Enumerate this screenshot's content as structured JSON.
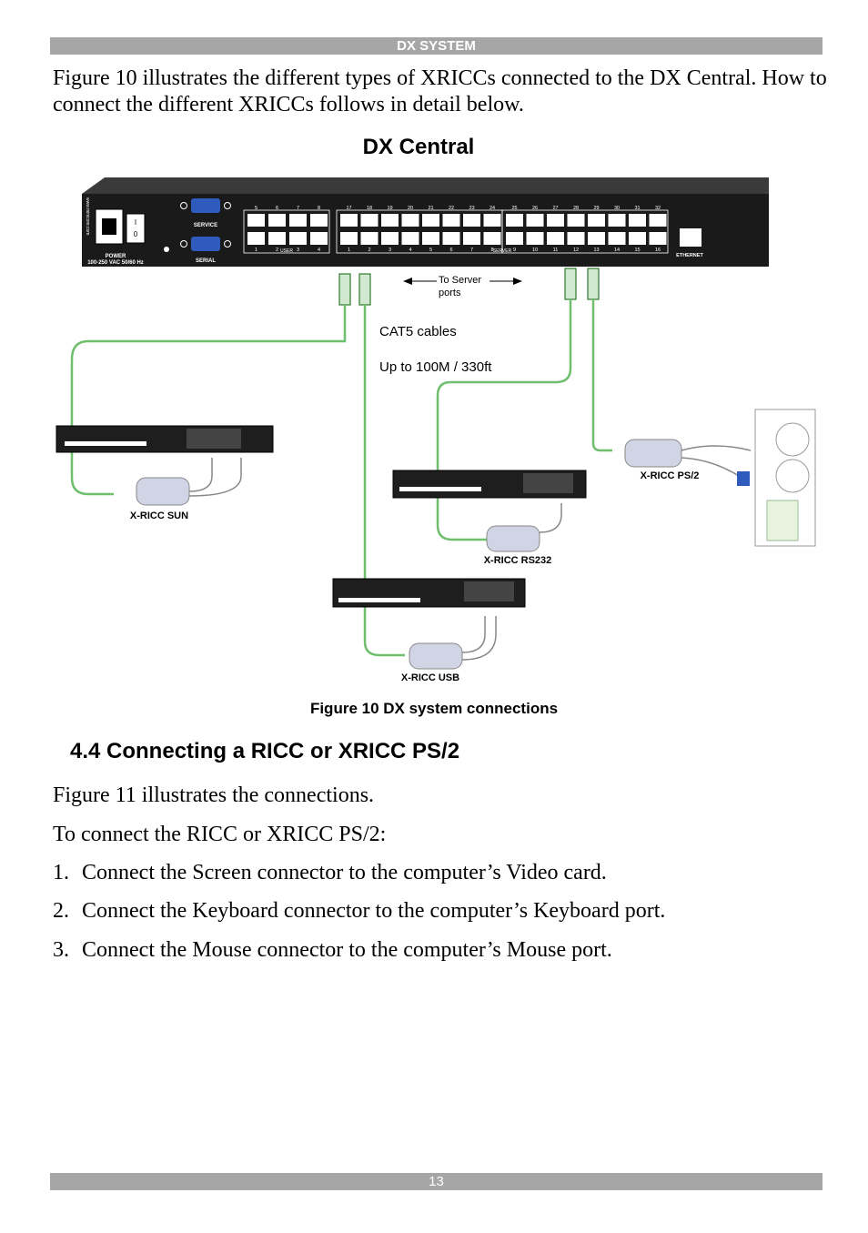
{
  "header": {
    "title": "DX SYSTEM"
  },
  "intro": "Figure 10 illustrates the different types of XRICCs connected to the DX Central. How to connect the different XRICCs follows in detail below.",
  "diagram": {
    "title": "DX Central",
    "device": {
      "power_label": "POWER",
      "power_rating": "100-250 VAC 50/60 Hz",
      "website": "www.minicom.com",
      "switch_on": "I",
      "switch_off": "0",
      "service_label": "SERVICE",
      "serial_label": "SERIAL",
      "user_label": "USER",
      "server_label": "SERVER",
      "ethernet_label": "ETHERNET",
      "top_port_numbers": [
        "5",
        "6",
        "7",
        "8",
        "17",
        "18",
        "19",
        "20",
        "21",
        "22",
        "23",
        "24",
        "25",
        "26",
        "27",
        "28",
        "29",
        "30",
        "31",
        "32"
      ],
      "bottom_port_numbers": [
        "1",
        "2",
        "3",
        "4",
        "1",
        "2",
        "3",
        "4",
        "5",
        "6",
        "7",
        "8",
        "9",
        "10",
        "11",
        "12",
        "13",
        "14",
        "15",
        "16"
      ]
    },
    "to_server_label": "To Server ports",
    "to_server_line1": "To Server",
    "to_server_line2": "ports",
    "cat5_label": "CAT5 cables",
    "distance_label": "Up to 100M / 330ft",
    "xricc_labels": {
      "sun": "X-RICC SUN",
      "ps2": "X-RICC PS/2",
      "rs232": "X-RICC RS232",
      "usb": "X-RICC USB"
    },
    "cable_color": "#6fbf6f"
  },
  "caption": "Figure 10 DX system connections",
  "section": {
    "heading": "4.4 Connecting a RICC or XRICC PS/2",
    "p1": "Figure 11 illustrates the connections.",
    "p2": "To connect the RICC or XRICC PS/2:",
    "steps": [
      {
        "num": "1.",
        "text": "Connect the Screen connector to the computer’s Video card."
      },
      {
        "num": "2.",
        "text": "Connect the Keyboard connector to the computer’s Keyboard port."
      },
      {
        "num": "3.",
        "text": "Connect the Mouse connector to the computer’s Mouse port."
      }
    ]
  },
  "footer": {
    "page_number": "13"
  }
}
